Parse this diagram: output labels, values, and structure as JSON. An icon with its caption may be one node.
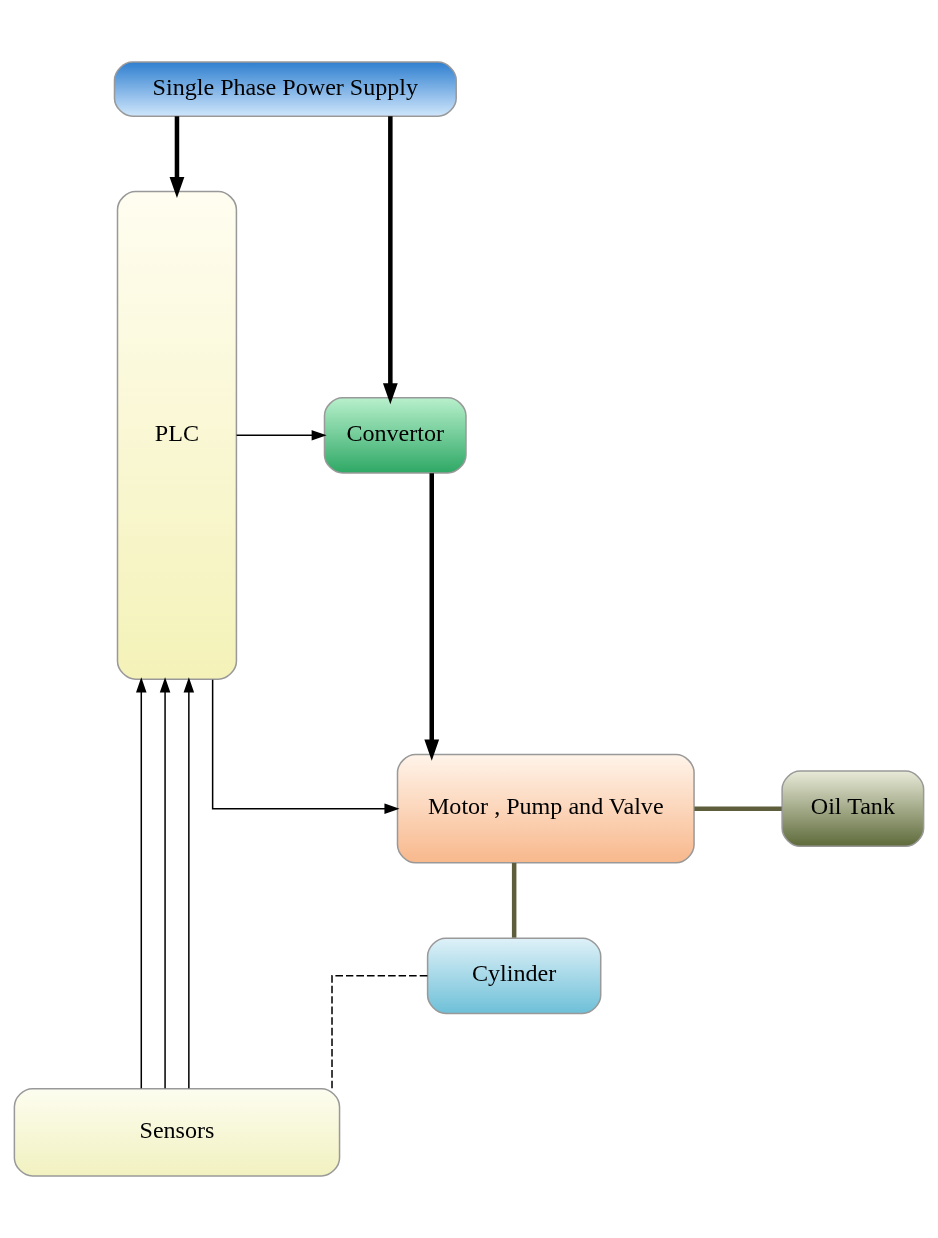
{
  "diagram": {
    "nodes": [
      {
        "text": [
          "Single Phase Power Supply"
        ]
      },
      {
        "text": [
          "PLC"
        ]
      },
      {
        "text": [
          "Convertor"
        ]
      },
      {
        "text": [
          "Motor , Pump and Valve"
        ]
      },
      {
        "text": [
          "Oil Tank"
        ]
      },
      {
        "text": [
          "Cylinder"
        ]
      },
      {
        "text": [
          "Sensors"
        ]
      }
    ],
    "edges": [
      {
        "from": 0,
        "to": 1,
        "arrow": "to",
        "style": "thick"
      },
      {
        "from": 0,
        "to": 2,
        "arrow": "to",
        "style": "thick"
      },
      {
        "from": 1,
        "to": 2,
        "arrow": "to"
      },
      {
        "from": 2,
        "to": 3,
        "arrow": "to",
        "style": "thick"
      },
      {
        "from": 1,
        "to": 3,
        "arrow": "to"
      },
      {
        "from": 3,
        "to": 4,
        "arrow": "none",
        "style": "thick",
        "color": "#5e5e3c"
      },
      {
        "from": 3,
        "to": 5,
        "arrow": "none",
        "style": "thick",
        "color": "#5e5e3c"
      },
      {
        "from": 5,
        "to": 6,
        "arrow": "none",
        "style": "dashed"
      },
      {
        "from": 6,
        "to": 1,
        "arrow": "to"
      },
      {
        "from": 6,
        "to": 1,
        "arrow": "to"
      },
      {
        "from": 6,
        "to": 1,
        "arrow": "to"
      }
    ]
  }
}
